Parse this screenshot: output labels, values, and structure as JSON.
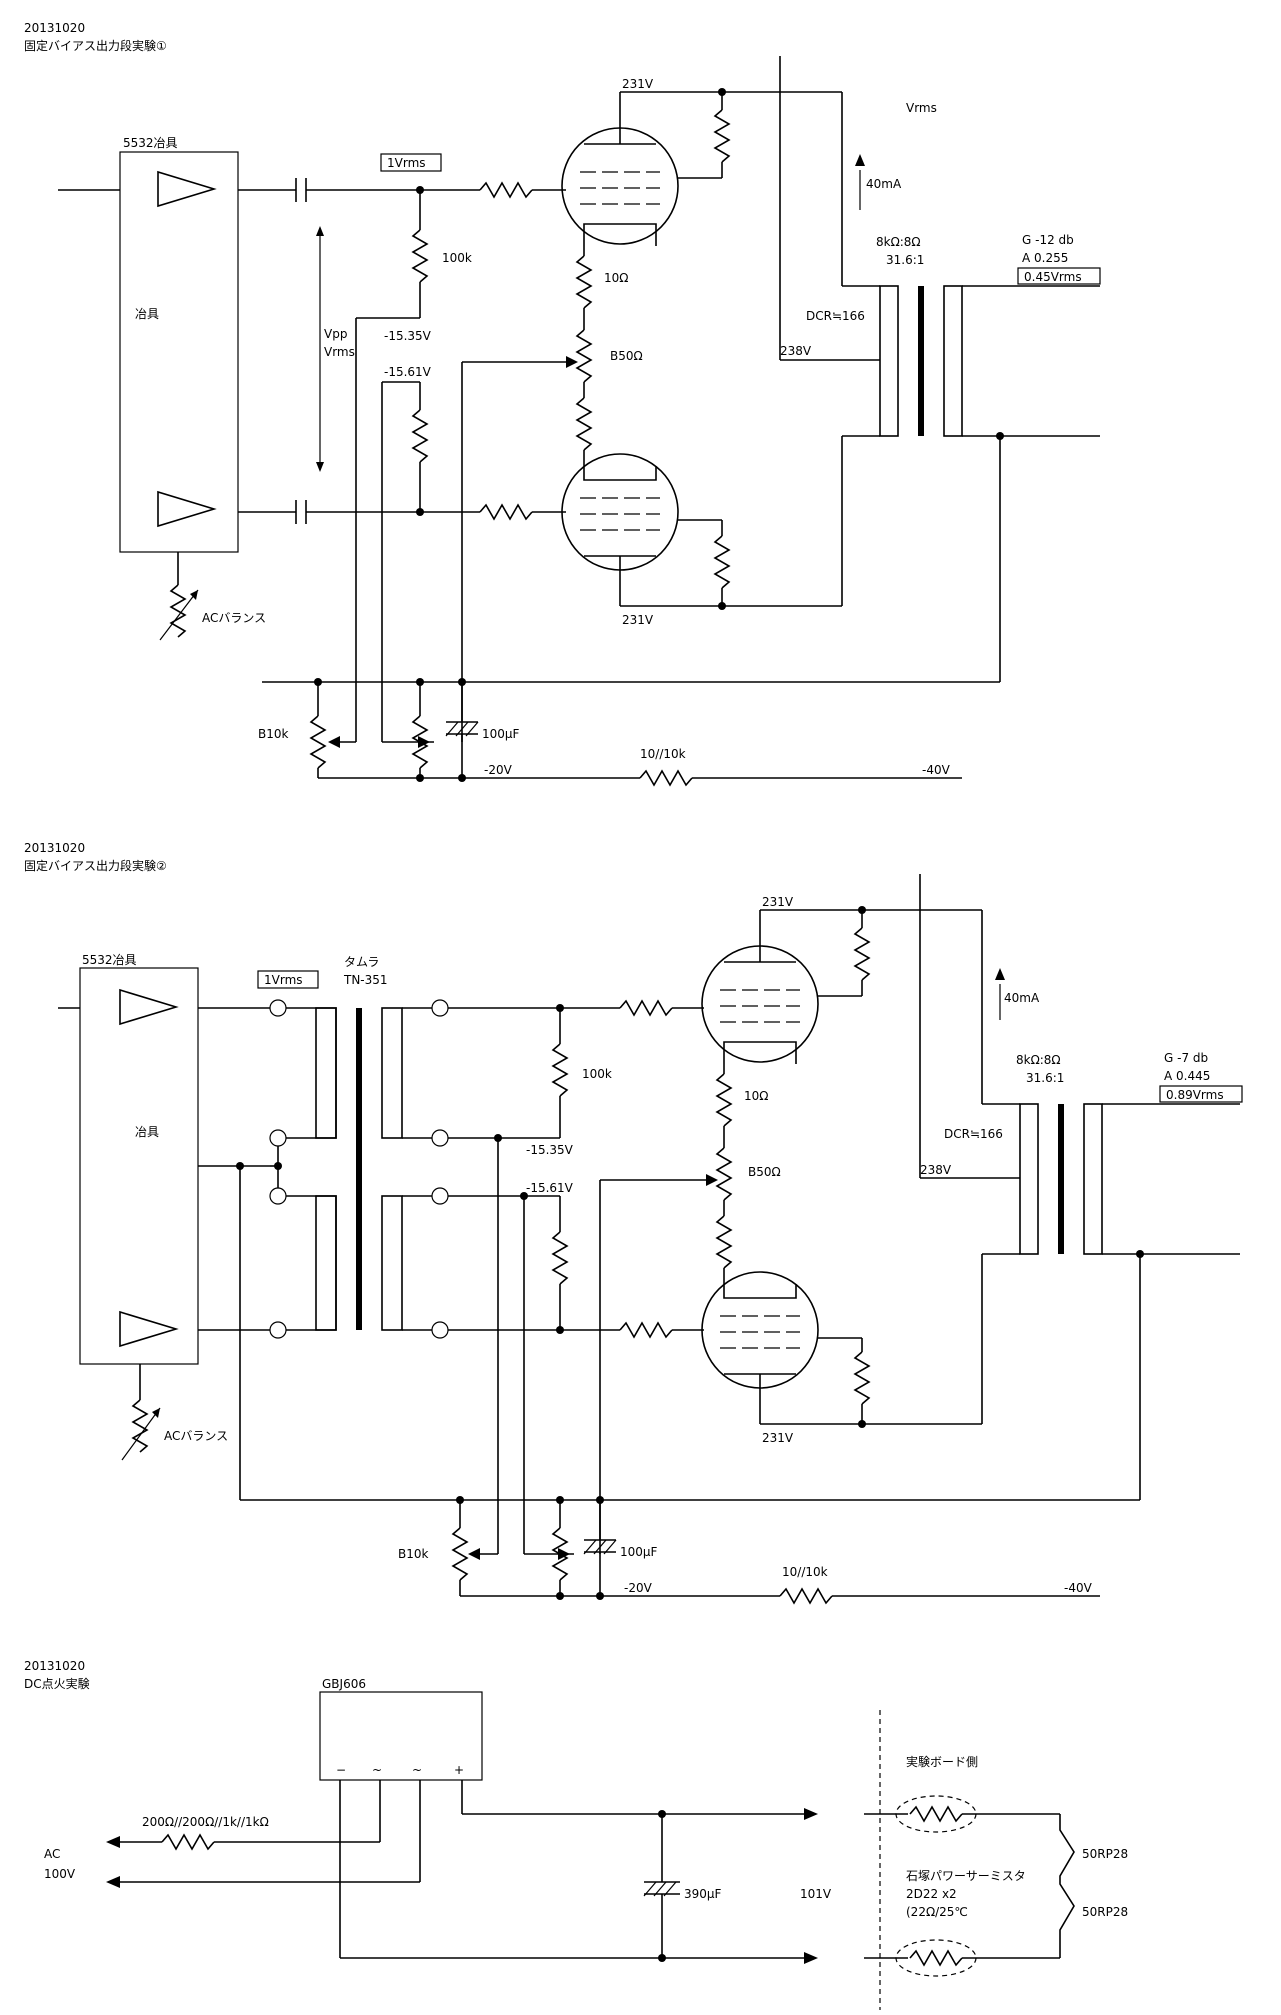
{
  "diagram1": {
    "date": "20131020",
    "title": "固定バイアス出力段実験①",
    "jig_label": "5532冶具",
    "jig_body": "冶具",
    "input_level": "1Vrms",
    "r_grid": "100k",
    "v_bias1": "-15.35V",
    "v_bias2": "-15.61V",
    "vpp": "Vpp",
    "vrms_left": "Vrms",
    "plate_top": "231V",
    "plate_bottom": "231V",
    "r_cathode": "10Ω",
    "pot_cathode": "B50Ω",
    "current": "40mA",
    "vrms_right": "Vrms",
    "transformer_ratio": "8kΩ:8Ω",
    "transformer_turns": "31.6:1",
    "dcr": "DCR≒166",
    "b_plus": "238V",
    "gain": "G  -12  db",
    "amp": "A   0.255",
    "out_level": "0.45Vrms",
    "ac_balance": "ACバランス",
    "pot_bias": "B10k",
    "cap": "100μF",
    "v_neg20": "-20V",
    "r_series": "10//10k",
    "v_neg40": "-40V"
  },
  "diagram2": {
    "date": "20131020",
    "title": "固定バイアス出力段実験②",
    "jig_label": "5532冶具",
    "jig_body": "冶具",
    "input_level": "1Vrms",
    "tr_maker": "タムラ",
    "tr_model": "TN-351",
    "r_grid": "100k",
    "v_bias1": "-15.35V",
    "v_bias2": "-15.61V",
    "plate_top": "231V",
    "plate_bottom": "231V",
    "r_cathode": "10Ω",
    "pot_cathode": "B50Ω",
    "current": "40mA",
    "transformer_ratio": "8kΩ:8Ω",
    "transformer_turns": "31.6:1",
    "dcr": "DCR≒166",
    "b_plus": "238V",
    "gain": "G    -7   db",
    "amp": "A    0.445",
    "out_level": "0.89Vrms",
    "ac_balance": "ACバランス",
    "pot_bias": "B10k",
    "cap": "100μF",
    "v_neg20": "-20V",
    "r_series": "10//10k",
    "v_neg40": "-40V"
  },
  "diagram3": {
    "date": "20131020",
    "title": "DC点火実験",
    "rectifier": "GBJ606",
    "pin_minus": "−",
    "pin_ac1": "~",
    "pin_ac2": "~",
    "pin_plus": "+",
    "r_input": "200Ω//200Ω//1k//1kΩ",
    "ac": "AC",
    "ac_v": "100V",
    "cap": "390μF",
    "dc_v": "101V",
    "board_side": "実験ボード側",
    "thermistor1": "石塚パワーサーミスタ",
    "thermistor2": "2D22  x2",
    "thermistor3": "(22Ω/25℃",
    "heater1": "50RP28",
    "heater2": "50RP28"
  }
}
